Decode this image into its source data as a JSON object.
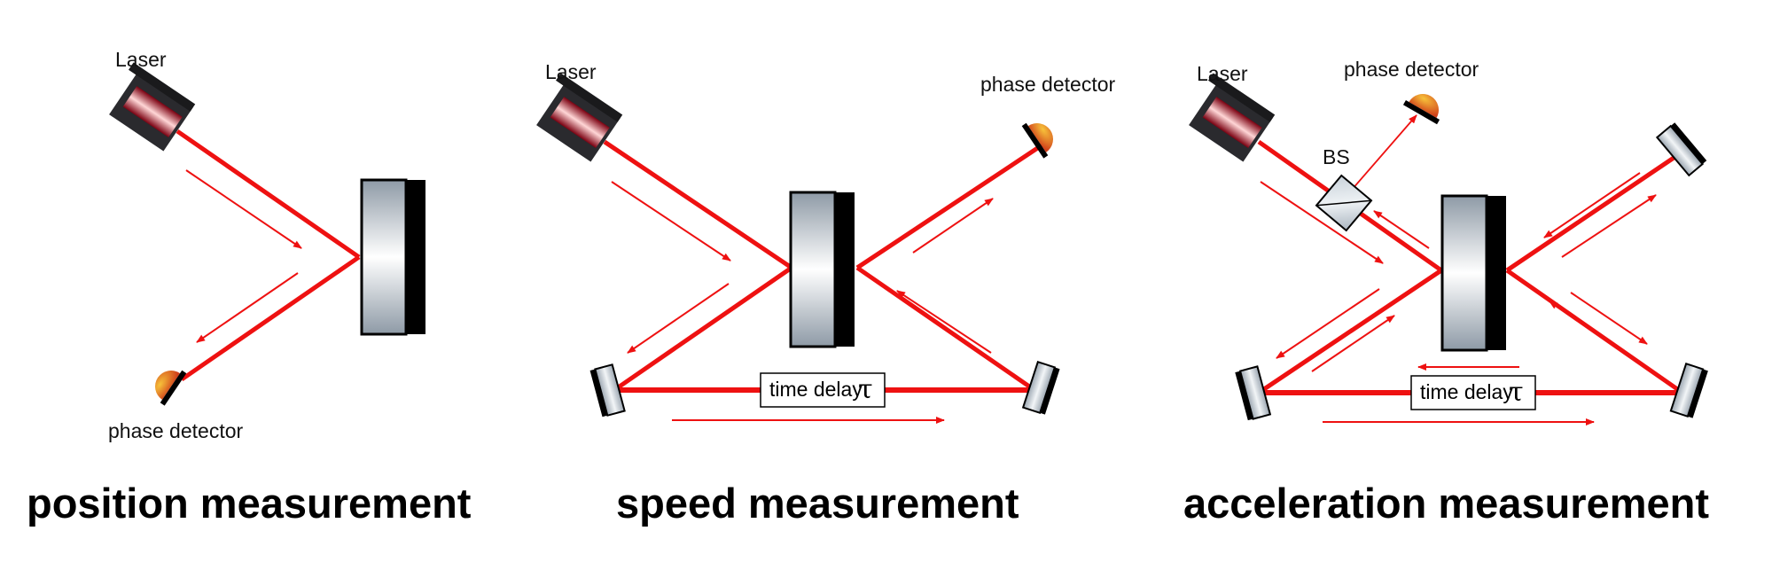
{
  "panels": [
    {
      "title": "position measurement",
      "laser_label": "Laser",
      "detector_label": "phase detector"
    },
    {
      "title": "speed measurement",
      "laser_label": "Laser",
      "detector_label": "phase detector",
      "delay_label": "time delay",
      "delay_symbol": "τ"
    },
    {
      "title": "acceleration measurement",
      "laser_label": "Laser",
      "detector_label": "phase detector",
      "beamsplitter_label": "BS",
      "delay_label": "time delay",
      "delay_symbol": "τ"
    }
  ],
  "colors": {
    "beam": "#ee1111",
    "mirror_back": "#000000",
    "detector": "#e89020",
    "laser_body": "#2a2a2e"
  }
}
